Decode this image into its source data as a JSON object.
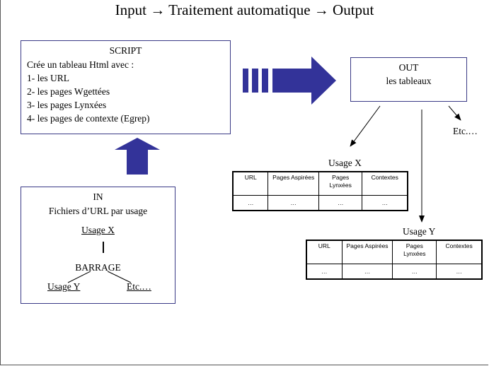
{
  "title": "Input → Traitement automatique → Output",
  "script_box": {
    "heading": "SCRIPT",
    "lines": [
      "Crée un tableau Html avec :",
      "1- les URL",
      "2- les pages Wgettées",
      "3- les pages Lynxées",
      "4- les pages de contexte (Egrep)"
    ]
  },
  "out_box": {
    "heading": "OUT",
    "subtitle": "les tableaux"
  },
  "in_box": {
    "heading": "IN",
    "subtitle": "Fichiers d’URL par usage",
    "usage_x": "Usage X",
    "barrage": "BARRAGE",
    "usage_y": "Usage Y",
    "etc": "Etc.…"
  },
  "etc_label": "Etc.…",
  "table_x": {
    "label": "Usage X",
    "headers": [
      "URL",
      "Pages Aspirées",
      "Pages Lynxées",
      "Contextes"
    ],
    "row": [
      "…",
      "…",
      "…",
      "…"
    ]
  },
  "table_y": {
    "label": "Usage Y",
    "headers": [
      "URL",
      "Pages Aspirées",
      "Pages Lynxées",
      "Contextes"
    ],
    "row": [
      "…",
      "…",
      "…",
      "…"
    ]
  },
  "colors": {
    "arrow": "#333399",
    "box_border": "#3a3a86"
  }
}
